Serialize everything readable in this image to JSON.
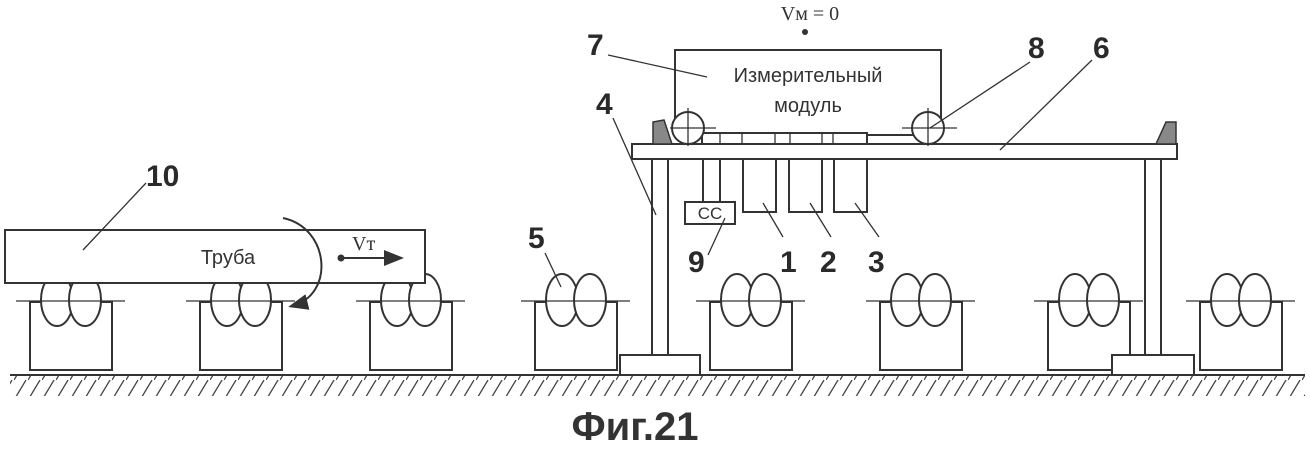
{
  "figure": {
    "caption": "Фиг.21",
    "velocity_module": "Vм = 0",
    "velocity_tube": "Vт",
    "measuring_module_line1": "Измерительный",
    "measuring_module_line2": "модуль",
    "tube_label": "Труба",
    "cc_label": "CC",
    "callouts": [
      "1",
      "2",
      "3",
      "4",
      "5",
      "6",
      "7",
      "8",
      "9",
      "10"
    ]
  },
  "colors": {
    "line": "#333333",
    "stop_fill": "#888888",
    "background": "#ffffff"
  }
}
